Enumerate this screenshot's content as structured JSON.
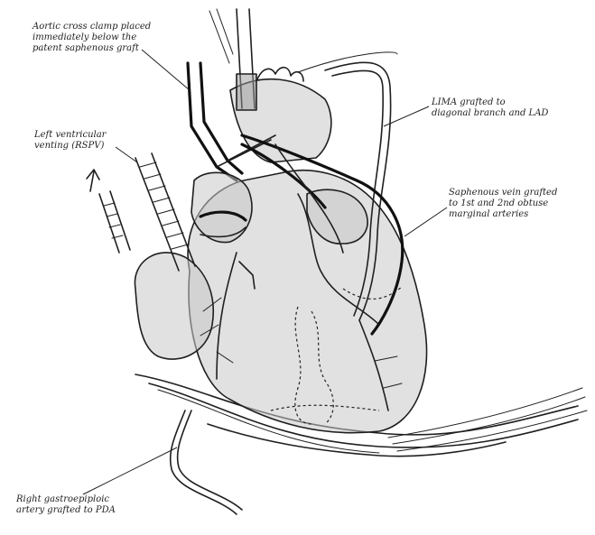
{
  "labels": {
    "aortic_clamp": [
      "Aortic cross clamp placed",
      "immediately below the",
      "patent saphenous graft"
    ],
    "lv_venting": [
      "Left ventricular",
      "venting (RSPV)"
    ],
    "lima": [
      "LIMA grafted to",
      "diagonal branch and LAD"
    ],
    "saphenous": [
      "Saphenous vein grafted",
      "to 1st and 2nd obtuse",
      "marginal arteries"
    ],
    "gastroepiploic": [
      "Right gastroepiploic",
      "artery grafted to PDA"
    ]
  },
  "colors": {
    "ink": "#1f1f1f",
    "shade": "#c9c9c9",
    "background": "#ffffff"
  }
}
